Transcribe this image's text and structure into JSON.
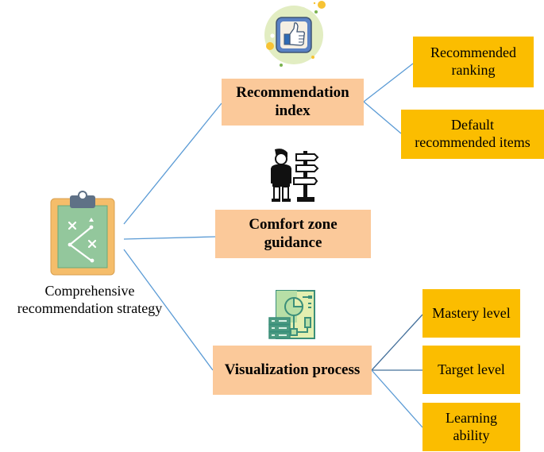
{
  "root": {
    "label_line1": "Comprehensive",
    "label_line2": "recommendation strategy",
    "icon": "clipboard-strategy-icon"
  },
  "branches": [
    {
      "label_line1": "Recommendation",
      "label_line2": "index",
      "icon": "thumbs-up-icon",
      "children": [
        {
          "label_line1": "Recommended",
          "label_line2": "ranking"
        },
        {
          "label_line1": "Default",
          "label_line2": "recommended items"
        }
      ]
    },
    {
      "label_line1": "Comfort zone",
      "label_line2": "guidance",
      "icon": "person-signpost-icon",
      "children": []
    },
    {
      "label_line1": "Visualization process",
      "label_line2": "",
      "icon": "data-visualization-icon",
      "children": [
        {
          "label_line1": "Mastery level",
          "label_line2": ""
        },
        {
          "label_line1": "Target level",
          "label_line2": ""
        },
        {
          "label_line1": "Learning",
          "label_line2": "ability"
        }
      ]
    }
  ],
  "colors": {
    "branch_box": "#fbc99a",
    "leaf_box": "#fbbd00",
    "connector": "#5b9bd5"
  }
}
